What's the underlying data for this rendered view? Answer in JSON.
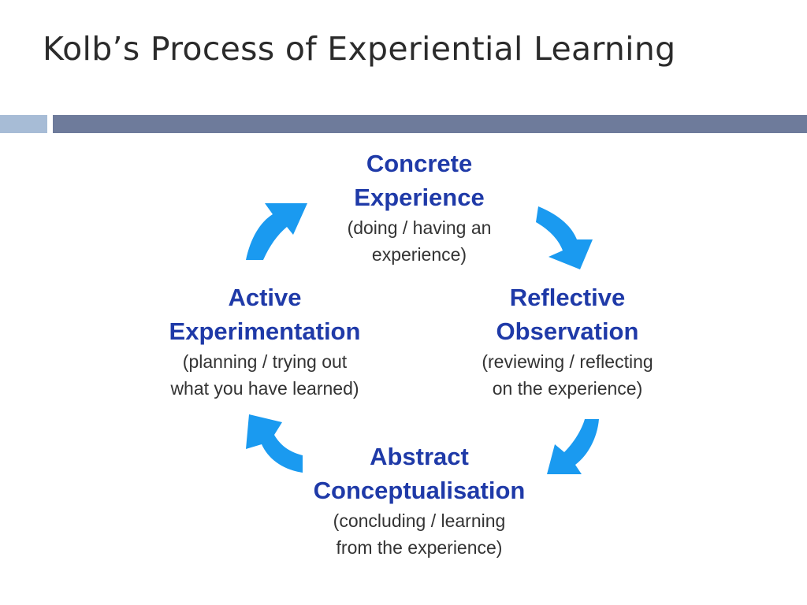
{
  "slide": {
    "title": "Kolb’s Process of Experiential Learning"
  },
  "colors": {
    "title_text": "#2b2b2b",
    "bar_accent": "#a7bcd6",
    "bar_main": "#6e7b9b",
    "heading_text": "#1f3aa8",
    "subtext": "#333333",
    "arrow": "#1a9af0"
  },
  "cycle": {
    "concrete_experience": {
      "heading": [
        "Concrete",
        "Experience"
      ],
      "description": [
        "(doing / having an",
        "experience)"
      ]
    },
    "reflective_observation": {
      "heading": [
        "Reflective",
        "Observation"
      ],
      "description": [
        "(reviewing / reflecting",
        "on the experience)"
      ]
    },
    "abstract_conceptualisation": {
      "heading": [
        "Abstract",
        "Conceptualisation"
      ],
      "description": [
        "(concluding / learning",
        "from the experience)"
      ]
    },
    "active_experimentation": {
      "heading": [
        "Active",
        "Experimentation"
      ],
      "description": [
        "(planning / trying out",
        "what you have learned)"
      ]
    }
  },
  "arrows": [
    {
      "from": "concrete_experience",
      "to": "reflective_observation",
      "icon": "curved-arrow-icon"
    },
    {
      "from": "reflective_observation",
      "to": "abstract_conceptualisation",
      "icon": "curved-arrow-icon"
    },
    {
      "from": "abstract_conceptualisation",
      "to": "active_experimentation",
      "icon": "curved-arrow-icon"
    },
    {
      "from": "active_experimentation",
      "to": "concrete_experience",
      "icon": "curved-arrow-icon"
    }
  ]
}
